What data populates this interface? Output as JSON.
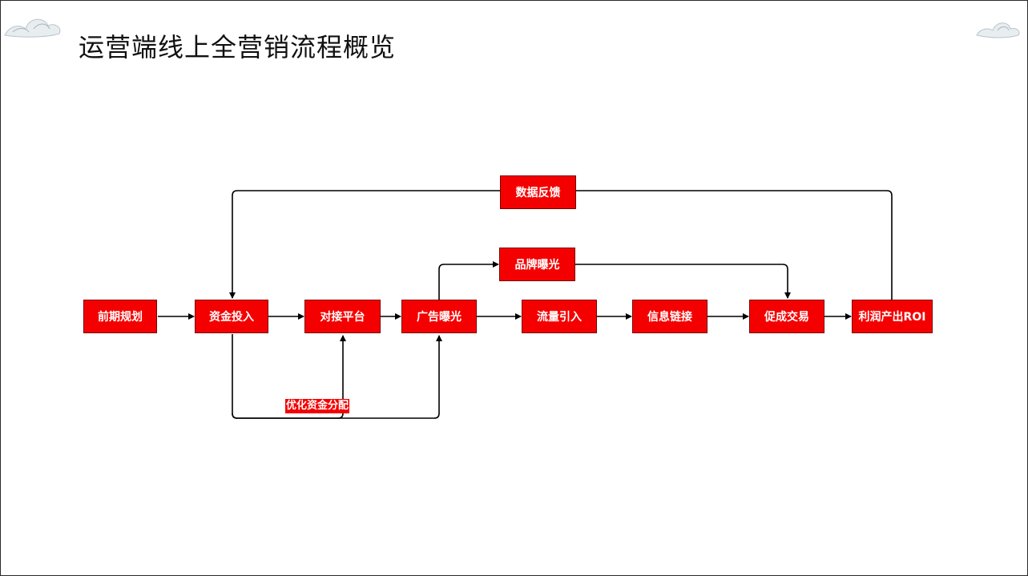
{
  "page": {
    "title": "运营端线上全营销流程概览"
  },
  "nodes": {
    "planning": "前期规划",
    "investment": "资金投入",
    "platform": "对接平台",
    "ad_exposure": "广告曝光",
    "traffic": "流量引入",
    "info_link": "信息链接",
    "transaction": "促成交易",
    "roi": "利润产出ROI",
    "feedback": "数据反馈",
    "brand": "品牌曝光"
  },
  "labels": {
    "optimize": "优化资金分配"
  },
  "colors": {
    "node_fill": "#f50000",
    "node_border": "#7a0000",
    "line": "#000000"
  }
}
